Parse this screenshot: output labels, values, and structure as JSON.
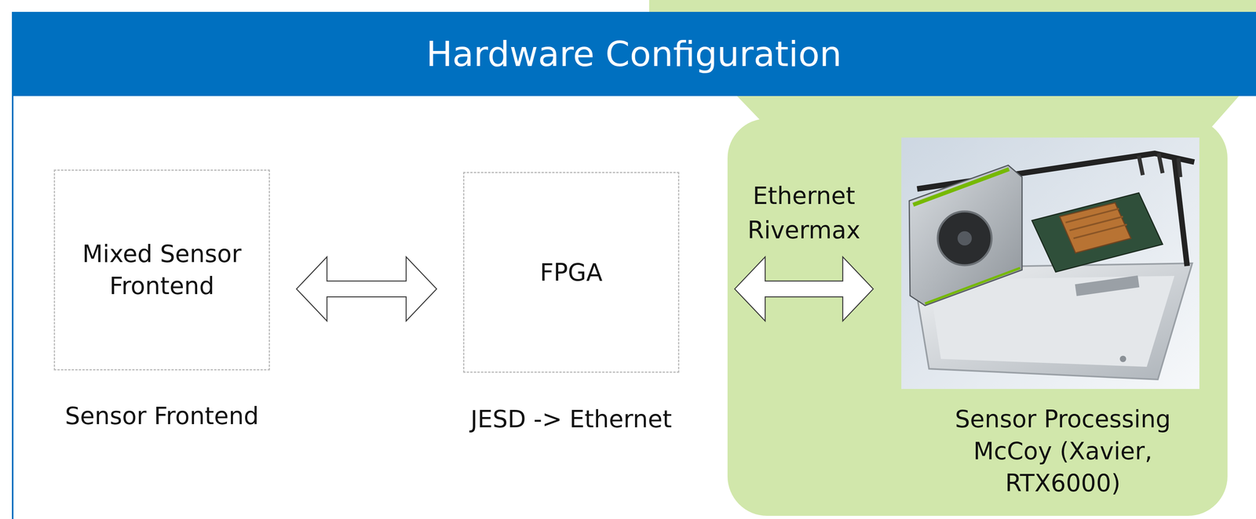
{
  "diagram": {
    "title": "Hardware Configuration",
    "nodes": [
      {
        "text": [
          "Mixed Sensor Frontend",
          "Sensor Frontend"
        ]
      },
      {
        "text": [
          "FPGA",
          "JESD -> Ethernet"
        ]
      },
      {
        "text": [
          "Sensor Processing McCoy (Xavier, RTX6000)"
        ]
      }
    ],
    "edges": [
      {
        "from": 0,
        "to": 1,
        "arrow": "both"
      },
      {
        "from": 1,
        "to": 2,
        "label": "Ethernet Rivermax",
        "arrow": "both"
      }
    ]
  }
}
